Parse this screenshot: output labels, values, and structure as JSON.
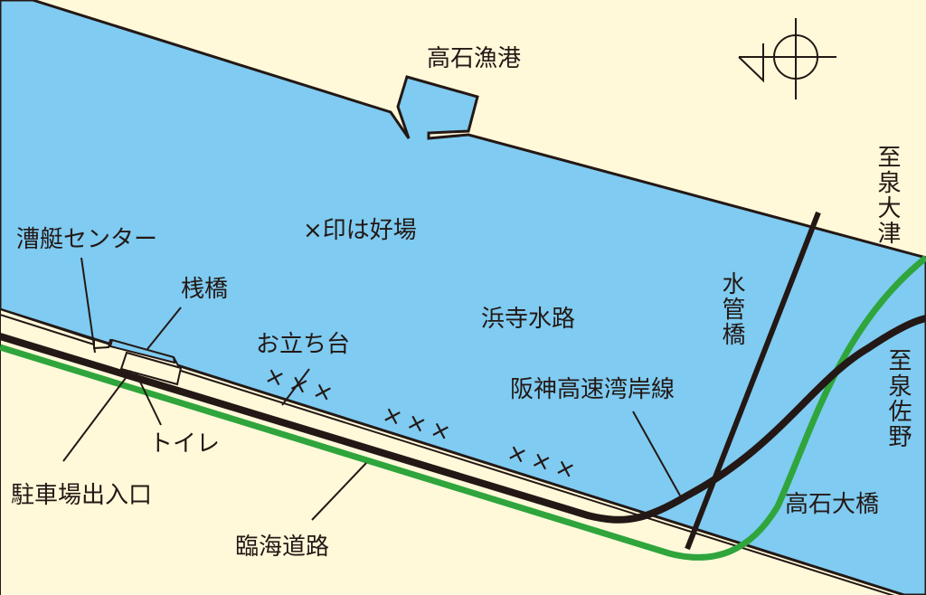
{
  "labels": {
    "harbor": "高石漁港",
    "boat_center": "漕艇センター",
    "good_spot_note": "×印は好場",
    "pier": "桟橋",
    "odachi": "お立ち台",
    "waterway": "浜寺水路",
    "pipe_bridge": "水管橋",
    "expressway": "阪神高速湾岸線",
    "toilet": "トイレ",
    "parking": "駐車場出入口",
    "coastal_road": "臨海道路",
    "takaishi_bridge": "高石大橋",
    "to_izumiotsu": "至泉大津",
    "to_izumisano": "至泉佐野"
  },
  "spot_marks": [
    "×××",
    "×××",
    "×××"
  ],
  "colors": {
    "land": "#FFF9D9",
    "water": "#7FCBF1",
    "road_black": "#231815",
    "road_green": "#2FA53C"
  }
}
